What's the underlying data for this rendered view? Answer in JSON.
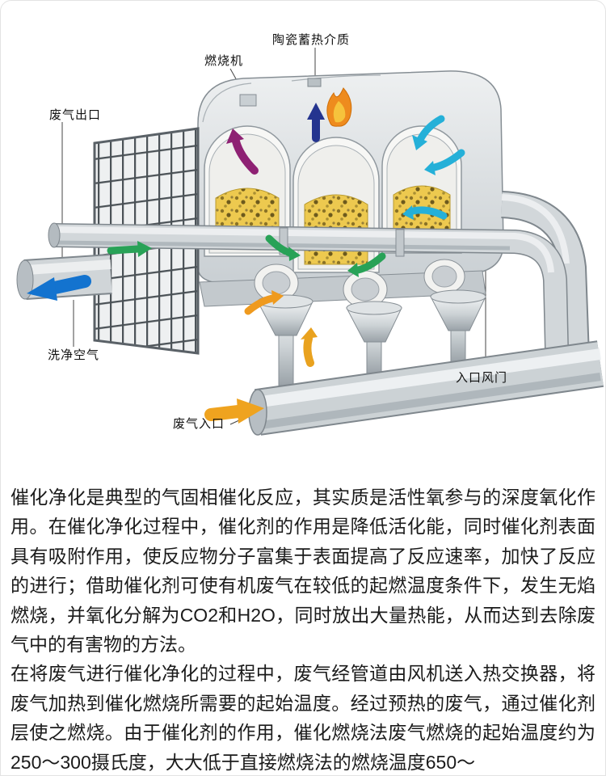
{
  "diagram": {
    "labels": {
      "ceramic": "陶瓷蓄热介质",
      "burner": "燃烧机",
      "exhaust_outlet": "废气出口",
      "clean_air": "洗净空气",
      "inlet_damper": "入口风门",
      "exhaust_inlet": "废气入口"
    },
    "colors": {
      "arrow_blue": "#1373cf",
      "arrow_cyan": "#25b0d8",
      "arrow_green": "#28a257",
      "arrow_purple": "#8e2173",
      "arrow_navy": "#24348f",
      "arrow_orange": "#ef9a1e",
      "arrow_yellow": "#efa31f",
      "media_yellow": "#edc94f",
      "flame_orange": "#ee8b1e",
      "machine_gray": "#d2d7da"
    }
  },
  "article": {
    "paragraphs": {
      "p1": "催化净化是典型的气固相催化反应，其实质是活性氧参与的深度氧化作用。在催化净化过程中，催化剂的作用是降低活化能，同时催化剂表面具有吸附作用，使反应物分子富集于表面提高了反应速率，加快了反应的进行；借助催化剂可使有机废气在较低的起燃温度条件下，发生无焰燃烧，并氧化分解为CO2和H2O，同时放出大量热能，从而达到去除废气中的有害物的方法。",
      "p2": "在将废气进行催化净化的过程中，废气经管道由风机送入热交换器，将废气加热到催化燃烧所需要的起始温度。经过预热的废气，通过催化剂层使之燃烧。由于催化剂的作用，催化燃烧法废气燃烧的起始温度约为250～300摄氏度，大大低于直接燃烧法的燃烧温度650～"
    }
  }
}
